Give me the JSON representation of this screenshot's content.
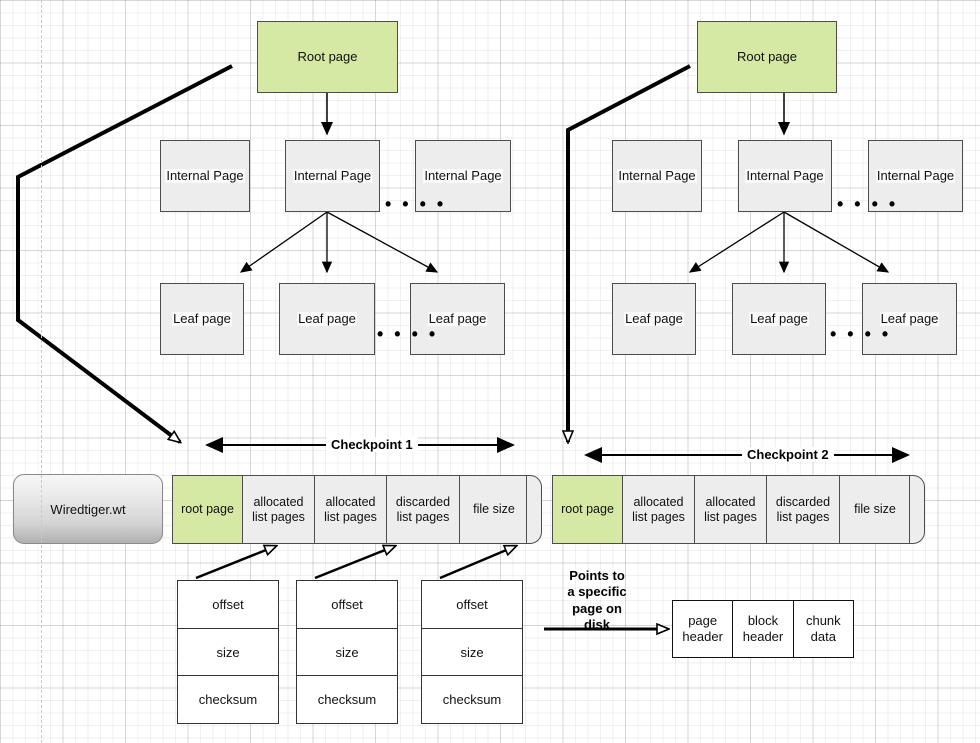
{
  "diagram": {
    "title": "WiredTiger checkpoint and B-tree page layout",
    "colors": {
      "green": "#d5e8a4",
      "grey": "#ededed",
      "stroke": "#4d4d4d",
      "bold_stroke": "#000000",
      "grid_minor": "#f0f0f0",
      "grid_major": "#e3e3e3"
    }
  },
  "trees": [
    {
      "id": "tree-left",
      "root": {
        "label": "Root page"
      },
      "internal_pages": [
        {
          "label": "Internal Page"
        },
        {
          "label": "Internal Page"
        },
        {
          "label": "Internal Page"
        }
      ],
      "leaf_pages": [
        {
          "label": "Leaf page"
        },
        {
          "label": "Leaf page"
        },
        {
          "label": "Leaf page"
        }
      ],
      "ellipsis_internal": "• • • •",
      "ellipsis_leaf": "• • • •"
    },
    {
      "id": "tree-right",
      "root": {
        "label": "Root page"
      },
      "internal_pages": [
        {
          "label": "Internal Page"
        },
        {
          "label": "Internal Page"
        },
        {
          "label": "Internal Page"
        }
      ],
      "leaf_pages": [
        {
          "label": "Leaf page"
        },
        {
          "label": "Leaf page"
        },
        {
          "label": "Leaf page"
        }
      ],
      "ellipsis_internal": "• • • •",
      "ellipsis_leaf": "• • • •"
    }
  ],
  "file": {
    "label": "Wiredtiger.wt"
  },
  "checkpoints": [
    {
      "id": "checkpoint-1",
      "label": "Checkpoint 1",
      "cells": [
        {
          "label": "root page",
          "highlight": true
        },
        {
          "label": "allocated\nlist pages",
          "highlight": false
        },
        {
          "label": "allocated\nlist pages",
          "highlight": false
        },
        {
          "label": "discarded\nlist pages",
          "highlight": false
        },
        {
          "label": "file size",
          "highlight": false
        }
      ]
    },
    {
      "id": "checkpoint-2",
      "label": "Checkpoint 2",
      "cells": [
        {
          "label": "root page",
          "highlight": true
        },
        {
          "label": "allocated\nlist pages",
          "highlight": false
        },
        {
          "label": "allocated\nlist pages",
          "highlight": false
        },
        {
          "label": "discarded\nlist pages",
          "highlight": false
        },
        {
          "label": "file size",
          "highlight": false
        }
      ]
    }
  ],
  "extent_tables": [
    {
      "id": "extent-1",
      "rows": [
        "offset",
        "size",
        "checksum"
      ]
    },
    {
      "id": "extent-2",
      "rows": [
        "offset",
        "size",
        "checksum"
      ]
    },
    {
      "id": "extent-3",
      "rows": [
        "offset",
        "size",
        "checksum"
      ]
    }
  ],
  "note": {
    "text": "Points to\na specific\npage on\ndisk"
  },
  "disk_page": {
    "cells": [
      {
        "label": "page\nheader"
      },
      {
        "label": "block\nheader"
      },
      {
        "label": "chunk\ndata"
      }
    ]
  }
}
